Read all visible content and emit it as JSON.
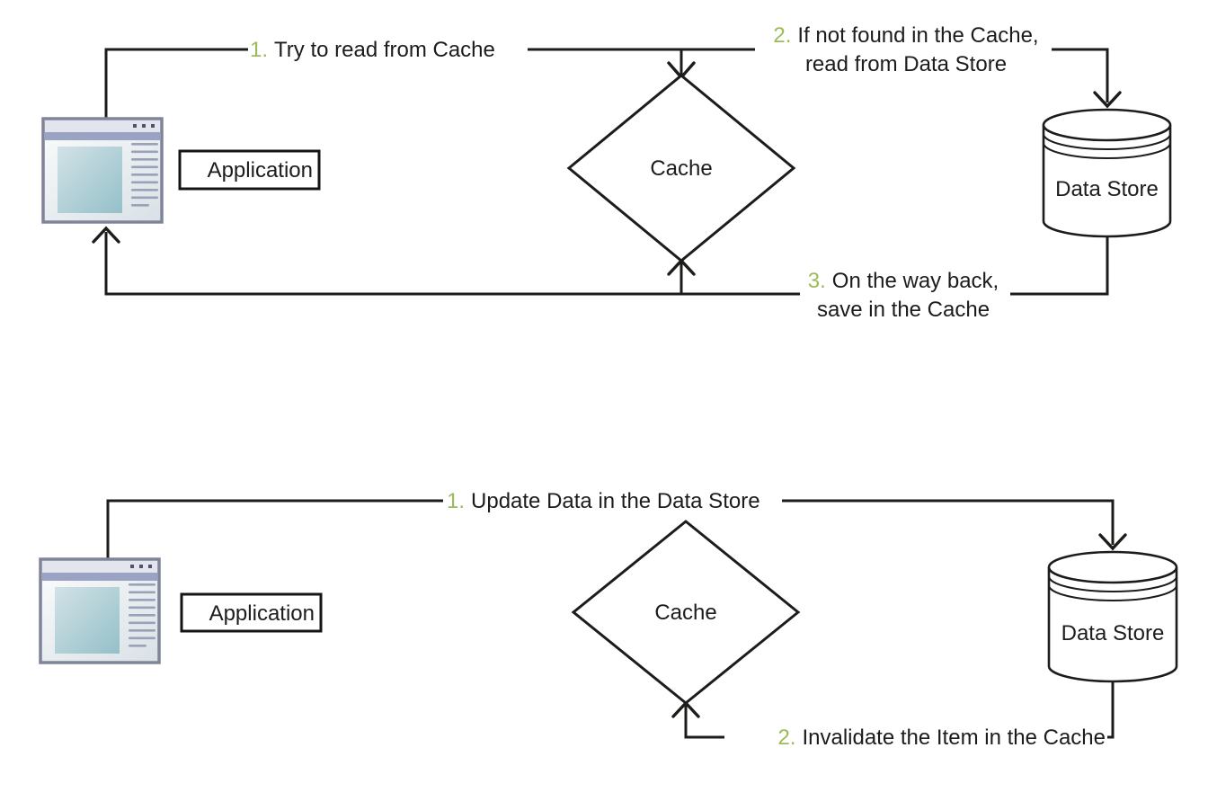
{
  "colors": {
    "line": "#1c1c1a",
    "step_number_green": "#9bbb59",
    "app_border": "#7f8498",
    "app_titlebar": "#e2e5ed",
    "app_menubar": "#9aa3c3",
    "app_teal_top": "#cfe1e5",
    "app_teal_bottom": "#94c0c9",
    "app_text_lines": "#98a2b9"
  },
  "top_flow": {
    "application_label": "Application",
    "cache_label": "Cache",
    "datastore_label": "Data Store",
    "step1": {
      "num": "1.",
      "text": "Try to read from Cache"
    },
    "step2": {
      "num": "2.",
      "line1": "If not found in the Cache,",
      "line2": "read from Data Store"
    },
    "step3": {
      "num": "3.",
      "line1": "On the way back,",
      "line2": "save in the Cache"
    }
  },
  "bottom_flow": {
    "application_label": "Application",
    "cache_label": "Cache",
    "datastore_label": "Data Store",
    "step1": {
      "num": "1.",
      "text": "Update Data in the Data Store"
    },
    "step2": {
      "num": "2.",
      "text": "Invalidate the Item in the Cache"
    }
  }
}
